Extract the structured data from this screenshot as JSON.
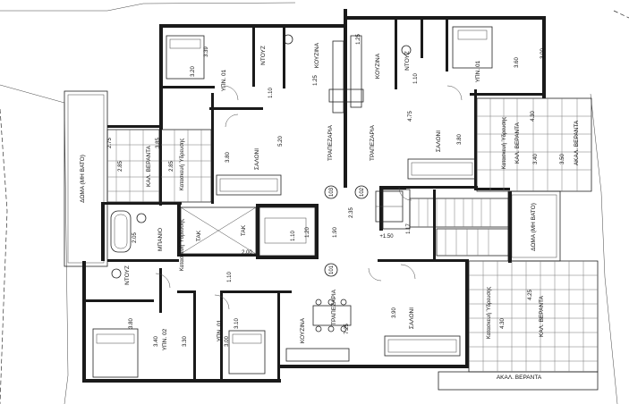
{
  "rooms": {
    "bedroom_01_top_left": "ΥΠΝ. 01",
    "wc_top_left": "ΝΤΟΥΖ",
    "kitchen_top_left": "ΚΟΥΖΙΝΑ",
    "kitchen_top_right": "ΚΟΥΖΙΝΑ",
    "wc_top_right": "ΝΤΟΥΖ",
    "bedroom_01_top_right": "ΥΠΝ. 01",
    "dining_left": "ΤΡΑΠΕΖΑΡΙΑ",
    "dining_right": "ΤΡΑΠΕΖΑΡΙΑ",
    "living_left": "ΣΑΛΟΝΙ",
    "living_right": "ΣΑΛΟΝΙ",
    "veranda_left": "ΚΑΛ. ΒΕΡΑΝΤΑ",
    "veranda_right": "ΚΑΛ. ΒΕΡΑΝΤΑ",
    "veranda_bottom_right": "ΚΑΛ. ΒΕΡΑΝΤΑ",
    "veranda_bottom_edge": "ΑΚΑΛ. ΒΕΡΑΝΤΑ",
    "akal_veranda_right": "ΑΚΑΛ. ΒΕΡΑΝΤΑ",
    "roof_left": "ΔΩΜΑ (ΜΗ ΒΑΤΟ)",
    "roof_right": "ΔΩΜΑ (ΜΗ ΒΑΤΟ)",
    "bathroom": "ΜΠΑΝΙΟ",
    "wc_bottom_left": "ΝΤΟΥΖ",
    "bedroom_02": "ΥΠΝ. 02",
    "bedroom_01_bottom": "ΥΠΝ. 01",
    "kitchen_bottom": "ΚΟΥΖΙΝΑ",
    "dining_bottom": "ΤΡΑΠΕΖΑΡΙΑ",
    "living_bottom": "ΣΑΛΟΝΙ",
    "shaft_1": "ΤΑΚ",
    "shaft_2": "ΤΑΚ",
    "plant_area_left": "Κατασκευή Ύδρευσης",
    "plant_area_lower": "Κατασκευή Ύδρευσης",
    "plant_area_right": "Κατασκευή Ύδρευσης",
    "plant_area_bottom_right": "Κατασκευή Ύδρευσης"
  },
  "dimensions": {
    "d320": "3.20",
    "d339": "3.39",
    "d110a": "1.10",
    "d125a": "1.25",
    "d125b": "1.25",
    "d110b": "1.10",
    "d360": "3.60",
    "d300": "3.00",
    "d520": "5.20",
    "d475": "4.75",
    "d380a": "3.80",
    "d385": "3.85",
    "d285a": "2.85",
    "d285b": "2.85",
    "d275": "2.75",
    "d430a": "4.30",
    "d340": "3.40",
    "d350": "3.50",
    "d380b": "3.80",
    "d235": "2.35",
    "d190": "1.90",
    "d110c": "1.10",
    "d120": "1.20",
    "d200": "2.00",
    "d117": "1.17",
    "d205": "2.05",
    "d110d": "1.10",
    "d380c": "3.80",
    "d340b": "3.40",
    "d330": "3.30",
    "d310": "3.10",
    "d300b": "3.00",
    "d725": "7.25",
    "d390": "3.90",
    "d430b": "4.30",
    "d425": "4.25",
    "d150": "+1.50"
  },
  "stair_tags": {
    "t103": "103",
    "t102": "102",
    "t101": "101"
  }
}
